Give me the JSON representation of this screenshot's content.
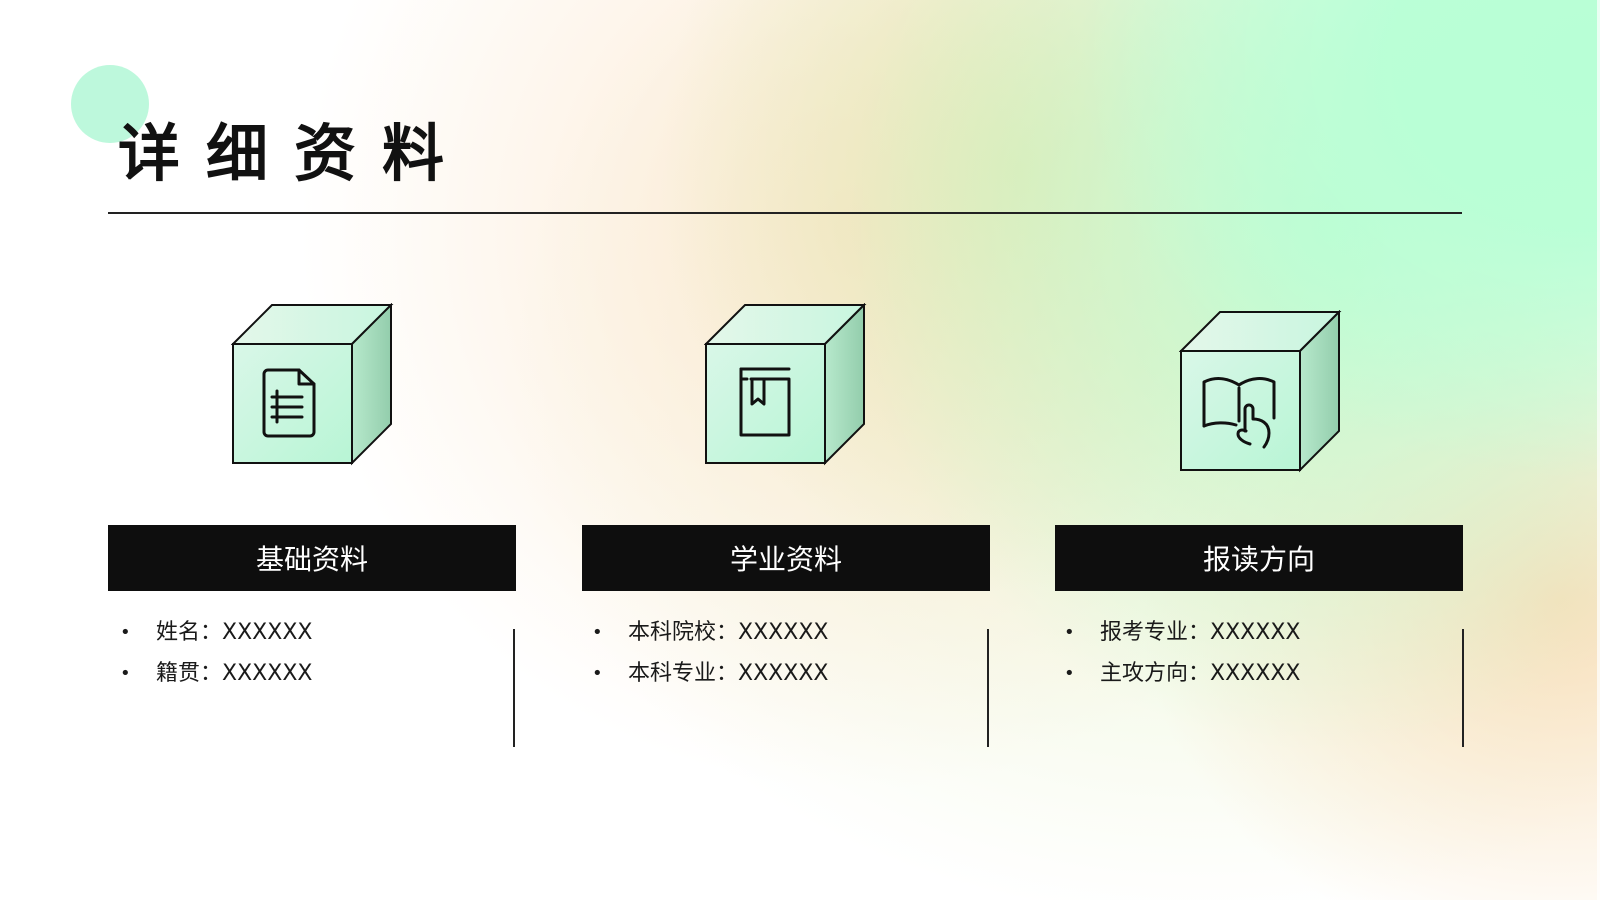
{
  "page": {
    "title": "详细资料",
    "accent_color": "#bdf8dc",
    "header_bg_color": "#0e0e0e"
  },
  "columns": [
    {
      "icon": "document-lines-icon",
      "header": "基础资料",
      "items": [
        {
          "label": "姓名",
          "sep": "：",
          "value": "XXXXXX"
        },
        {
          "label": "籍贯",
          "sep": "：",
          "value": "XXXXXX"
        }
      ]
    },
    {
      "icon": "bookmark-book-icon",
      "header": "学业资料",
      "items": [
        {
          "label": "本科院校",
          "sep": "：",
          "value": "XXXXXX"
        },
        {
          "label": "本科专业",
          "sep": "：",
          "value": "XXXXXX"
        }
      ]
    },
    {
      "icon": "open-book-hand-icon",
      "header": "报读方向",
      "items": [
        {
          "label": "报考专业",
          "sep": "：",
          "value": "XXXXXX"
        },
        {
          "label": "主攻方向",
          "sep": "：",
          "value": "XXXXXX"
        }
      ]
    }
  ],
  "bullet": "•"
}
